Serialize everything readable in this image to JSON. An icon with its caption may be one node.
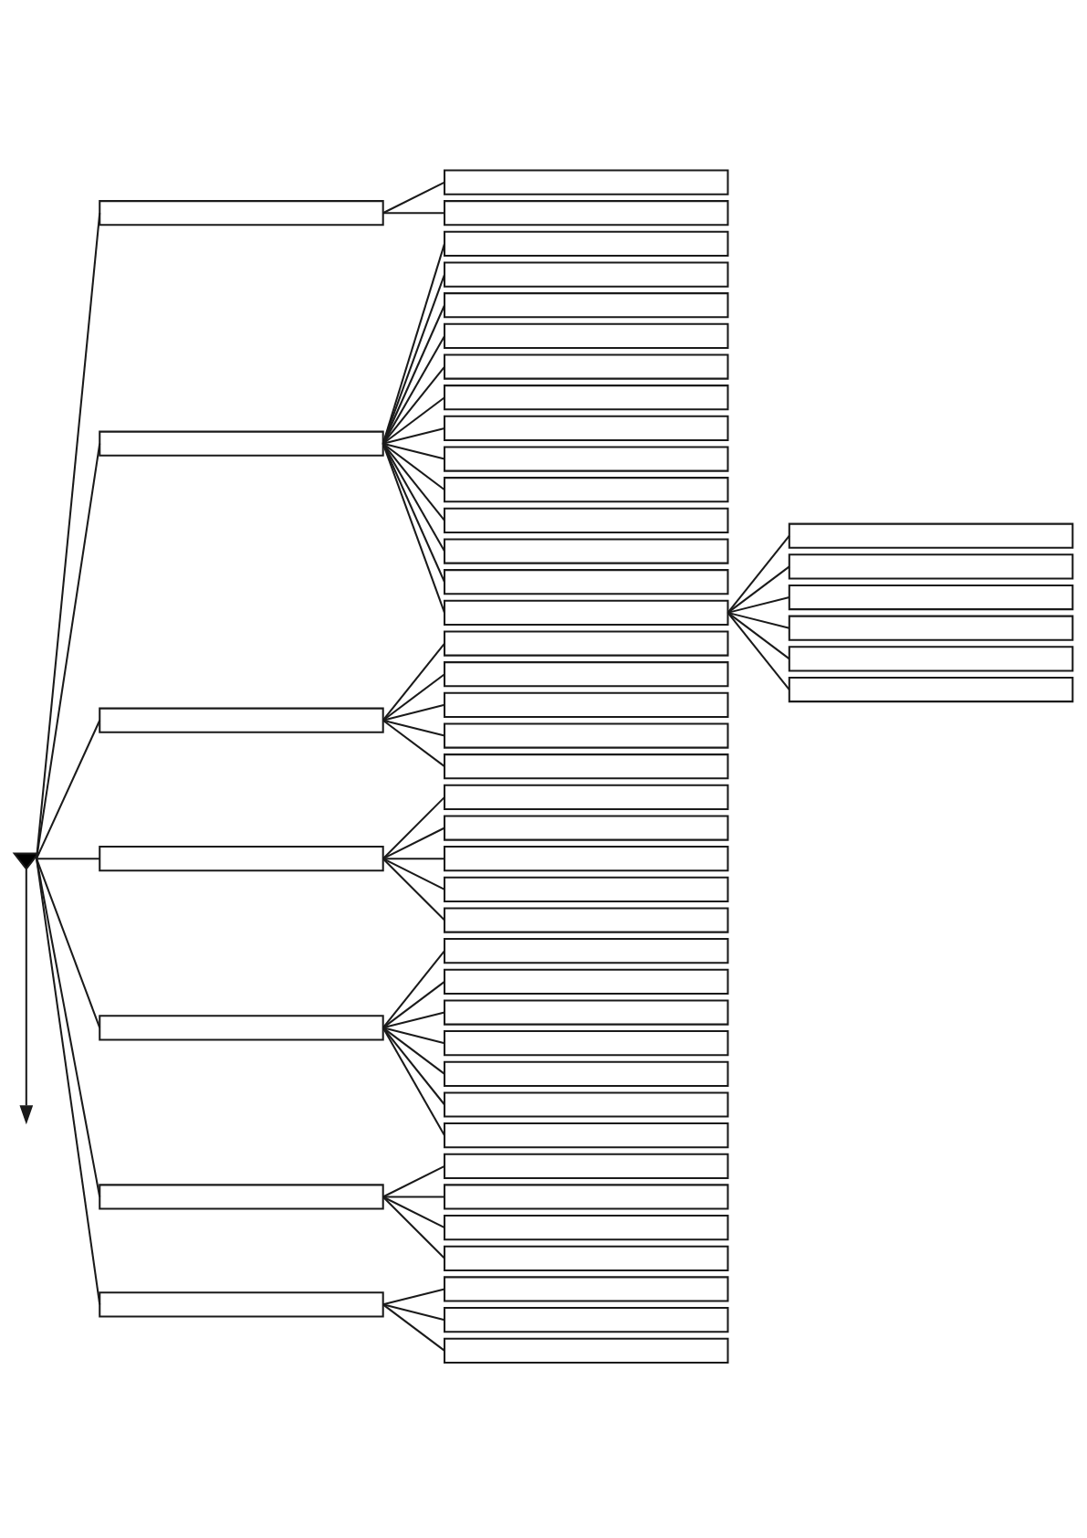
{
  "diagram": {
    "nodes": [
      {
        "text": [],
        "shape": "triangle"
      },
      {
        "text": [],
        "shape": "box"
      },
      {
        "text": [],
        "shape": "box"
      },
      {
        "text": [],
        "shape": "box"
      },
      {
        "text": [],
        "shape": "box"
      },
      {
        "text": [],
        "shape": "box"
      },
      {
        "text": [],
        "shape": "box"
      },
      {
        "text": [],
        "shape": "box"
      },
      {
        "text": [],
        "shape": "box"
      },
      {
        "text": [],
        "shape": "box"
      },
      {
        "text": [],
        "shape": "box"
      },
      {
        "text": [],
        "shape": "box"
      },
      {
        "text": [],
        "shape": "box"
      },
      {
        "text": [],
        "shape": "box"
      },
      {
        "text": [],
        "shape": "box"
      },
      {
        "text": [],
        "shape": "box"
      },
      {
        "text": [],
        "shape": "box"
      },
      {
        "text": [],
        "shape": "box"
      },
      {
        "text": [],
        "shape": "box"
      },
      {
        "text": [],
        "shape": "box"
      },
      {
        "text": [],
        "shape": "box"
      },
      {
        "text": [],
        "shape": "box"
      },
      {
        "text": [],
        "shape": "box"
      },
      {
        "text": [],
        "shape": "box"
      },
      {
        "text": [],
        "shape": "box"
      },
      {
        "text": [],
        "shape": "box"
      },
      {
        "text": [],
        "shape": "box"
      },
      {
        "text": [],
        "shape": "box"
      },
      {
        "text": [],
        "shape": "box"
      },
      {
        "text": [],
        "shape": "box"
      },
      {
        "text": [],
        "shape": "box"
      },
      {
        "text": [],
        "shape": "box"
      },
      {
        "text": [],
        "shape": "box"
      },
      {
        "text": [],
        "shape": "box"
      },
      {
        "text": [],
        "shape": "box"
      },
      {
        "text": [],
        "shape": "box"
      },
      {
        "text": [],
        "shape": "box"
      },
      {
        "text": [],
        "shape": "box"
      },
      {
        "text": [],
        "shape": "box"
      },
      {
        "text": [],
        "shape": "box"
      },
      {
        "text": [],
        "shape": "box"
      },
      {
        "text": [],
        "shape": "box"
      },
      {
        "text": [],
        "shape": "box"
      },
      {
        "text": [],
        "shape": "box"
      },
      {
        "text": [],
        "shape": "box"
      },
      {
        "text": [],
        "shape": "box"
      },
      {
        "text": [],
        "shape": "box"
      },
      {
        "text": [],
        "shape": "box"
      },
      {
        "text": [],
        "shape": "box"
      },
      {
        "text": [],
        "shape": "box"
      },
      {
        "text": [],
        "shape": "box"
      },
      {
        "text": [],
        "shape": "box"
      },
      {
        "text": [],
        "shape": "box"
      }
    ],
    "edges": [
      {
        "from": 0,
        "to": 1,
        "arrow": "none"
      },
      {
        "from": 1,
        "to": 2,
        "arrow": "none"
      },
      {
        "from": 1,
        "to": 3,
        "arrow": "none"
      },
      {
        "from": 0,
        "to": 4,
        "arrow": "none"
      },
      {
        "from": 4,
        "to": 5,
        "arrow": "none"
      },
      {
        "from": 4,
        "to": 6,
        "arrow": "none"
      },
      {
        "from": 4,
        "to": 7,
        "arrow": "none"
      },
      {
        "from": 4,
        "to": 8,
        "arrow": "none"
      },
      {
        "from": 4,
        "to": 9,
        "arrow": "none"
      },
      {
        "from": 4,
        "to": 10,
        "arrow": "none"
      },
      {
        "from": 4,
        "to": 11,
        "arrow": "none"
      },
      {
        "from": 4,
        "to": 12,
        "arrow": "none"
      },
      {
        "from": 4,
        "to": 13,
        "arrow": "none"
      },
      {
        "from": 4,
        "to": 14,
        "arrow": "none"
      },
      {
        "from": 4,
        "to": 15,
        "arrow": "none"
      },
      {
        "from": 4,
        "to": 16,
        "arrow": "none"
      },
      {
        "from": 4,
        "to": 17,
        "arrow": "none"
      },
      {
        "from": 17,
        "to": 18,
        "arrow": "none"
      },
      {
        "from": 17,
        "to": 19,
        "arrow": "none"
      },
      {
        "from": 17,
        "to": 20,
        "arrow": "none"
      },
      {
        "from": 17,
        "to": 21,
        "arrow": "none"
      },
      {
        "from": 17,
        "to": 22,
        "arrow": "none"
      },
      {
        "from": 17,
        "to": 23,
        "arrow": "none"
      },
      {
        "from": 0,
        "to": 24,
        "arrow": "none"
      },
      {
        "from": 24,
        "to": 25,
        "arrow": "none"
      },
      {
        "from": 24,
        "to": 26,
        "arrow": "none"
      },
      {
        "from": 24,
        "to": 27,
        "arrow": "none"
      },
      {
        "from": 24,
        "to": 28,
        "arrow": "none"
      },
      {
        "from": 24,
        "to": 29,
        "arrow": "none"
      },
      {
        "from": 0,
        "to": 30,
        "arrow": "none"
      },
      {
        "from": 30,
        "to": 31,
        "arrow": "none"
      },
      {
        "from": 30,
        "to": 32,
        "arrow": "none"
      },
      {
        "from": 30,
        "to": 33,
        "arrow": "none"
      },
      {
        "from": 30,
        "to": 34,
        "arrow": "none"
      },
      {
        "from": 30,
        "to": 35,
        "arrow": "none"
      },
      {
        "from": 0,
        "to": 36,
        "arrow": "none"
      },
      {
        "from": 36,
        "to": 37,
        "arrow": "none"
      },
      {
        "from": 36,
        "to": 38,
        "arrow": "none"
      },
      {
        "from": 36,
        "to": 39,
        "arrow": "none"
      },
      {
        "from": 36,
        "to": 40,
        "arrow": "none"
      },
      {
        "from": 36,
        "to": 41,
        "arrow": "none"
      },
      {
        "from": 36,
        "to": 42,
        "arrow": "none"
      },
      {
        "from": 36,
        "to": 43,
        "arrow": "none"
      },
      {
        "from": 0,
        "to": 44,
        "arrow": "none"
      },
      {
        "from": 44,
        "to": 45,
        "arrow": "none"
      },
      {
        "from": 44,
        "to": 46,
        "arrow": "none"
      },
      {
        "from": 44,
        "to": 47,
        "arrow": "none"
      },
      {
        "from": 44,
        "to": 48,
        "arrow": "none"
      },
      {
        "from": 0,
        "to": 49,
        "arrow": "none"
      },
      {
        "from": 49,
        "to": 50,
        "arrow": "none"
      },
      {
        "from": 49,
        "to": 51,
        "arrow": "none"
      },
      {
        "from": 49,
        "to": 52,
        "arrow": "none"
      },
      {
        "from": 0,
        "to": null,
        "arrow": "to"
      }
    ]
  }
}
